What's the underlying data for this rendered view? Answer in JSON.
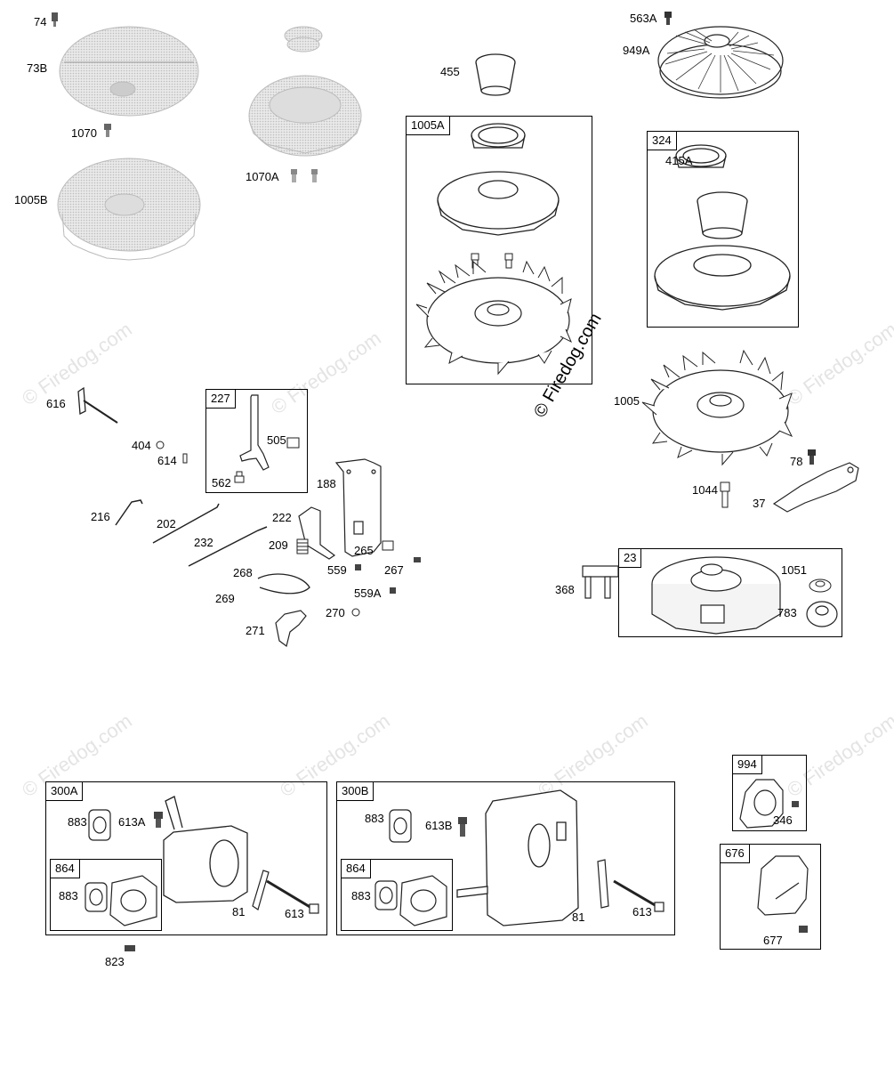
{
  "watermark": {
    "main": "© Firedog.com",
    "faint": "© Firedog.com"
  },
  "labels": {
    "p74": "74",
    "p73B": "73B",
    "p1070": "1070",
    "p1005B": "1005B",
    "p1070A": "1070A",
    "p455": "455",
    "p563A": "563A",
    "p949A": "949A",
    "p415A": "415A",
    "p1005": "1005",
    "p78": "78",
    "p1044": "1044",
    "p37": "37",
    "p616": "616",
    "p404": "404",
    "p614": "614",
    "p505": "505",
    "p562": "562",
    "p188": "188",
    "p216": "216",
    "p202": "202",
    "p232": "232",
    "p222": "222",
    "p209": "209",
    "p265": "265",
    "p268": "268",
    "p269": "269",
    "p559": "559",
    "p267": "267",
    "p559A": "559A",
    "p270": "270",
    "p271": "271",
    "p368": "368",
    "p1051": "1051",
    "p783": "783",
    "p883a": "883",
    "p613A": "613A",
    "p883b": "883",
    "p81a": "81",
    "p613a": "613",
    "p823": "823",
    "p883c": "883",
    "p613B": "613B",
    "p883d": "883",
    "p81b": "81",
    "p613b": "613",
    "p346": "346",
    "p677": "677"
  },
  "boxes": {
    "b1005A": "1005A",
    "b324": "324",
    "b227": "227",
    "b23": "23",
    "b300A": "300A",
    "b864a": "864",
    "b300B": "300B",
    "b864b": "864",
    "b994": "994",
    "b676": "676"
  }
}
